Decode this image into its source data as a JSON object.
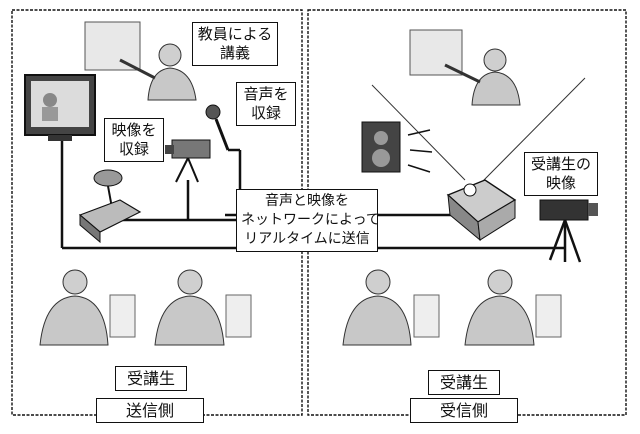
{
  "labels": {
    "lecture": [
      "教員による",
      "講義"
    ],
    "record_audio": [
      "音声を",
      "収録"
    ],
    "record_video": [
      "映像を",
      "収録"
    ],
    "network": [
      "音声と映像を",
      "ネットワークによって",
      "リアルタイムに送信"
    ],
    "student_video": [
      "受講生の",
      "映像"
    ],
    "students_left": "受講生",
    "students_right": "受講生",
    "sender_side": "送信側",
    "receiver_side": "受信側"
  },
  "colors": {
    "stroke": "#111111",
    "panel_fill": "#ffffff",
    "figure_fill": "#d8d8d8",
    "figure_dark": "#555555"
  }
}
